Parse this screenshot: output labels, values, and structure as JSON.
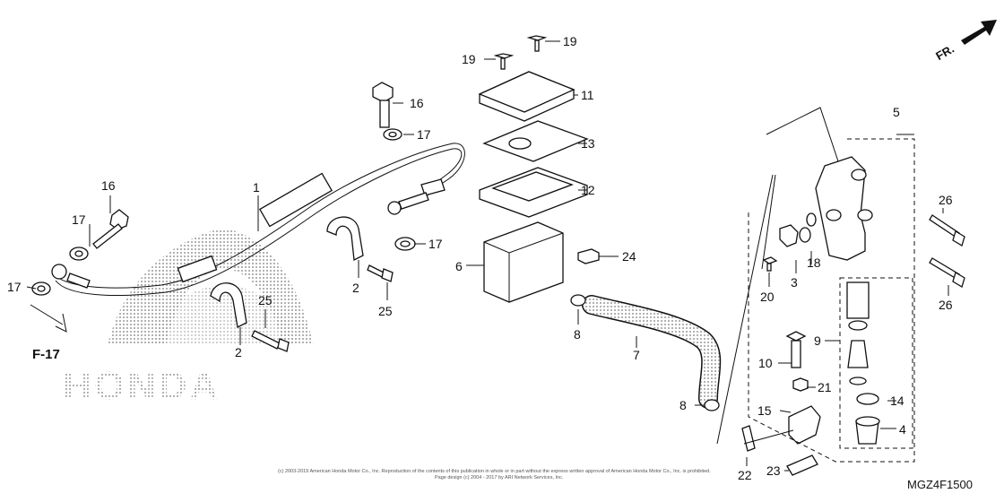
{
  "diagram": {
    "direction_label": "FR.",
    "reference_label": "F-17",
    "watermark_text": "HONDA",
    "diagram_code": "MGZ4F1500",
    "copyright_line_1": "(c) 2003-2019 American Honda Motor Co., Inc. Reproduction of the contents of this publication in whole or in part without the express written approval of American Honda Motor Co., Inc. is prohibited.",
    "copyright_line_2": "Page design (c) 2004 - 2017 by ARI Network Services, Inc.",
    "callouts": [
      "1",
      "2",
      "2",
      "3",
      "4",
      "5",
      "6",
      "7",
      "8",
      "8",
      "9",
      "10",
      "11",
      "12",
      "13",
      "14",
      "15",
      "16",
      "16",
      "17",
      "17",
      "17",
      "17",
      "18",
      "19",
      "19",
      "20",
      "21",
      "22",
      "23",
      "24",
      "25",
      "25",
      "26",
      "26"
    ]
  }
}
